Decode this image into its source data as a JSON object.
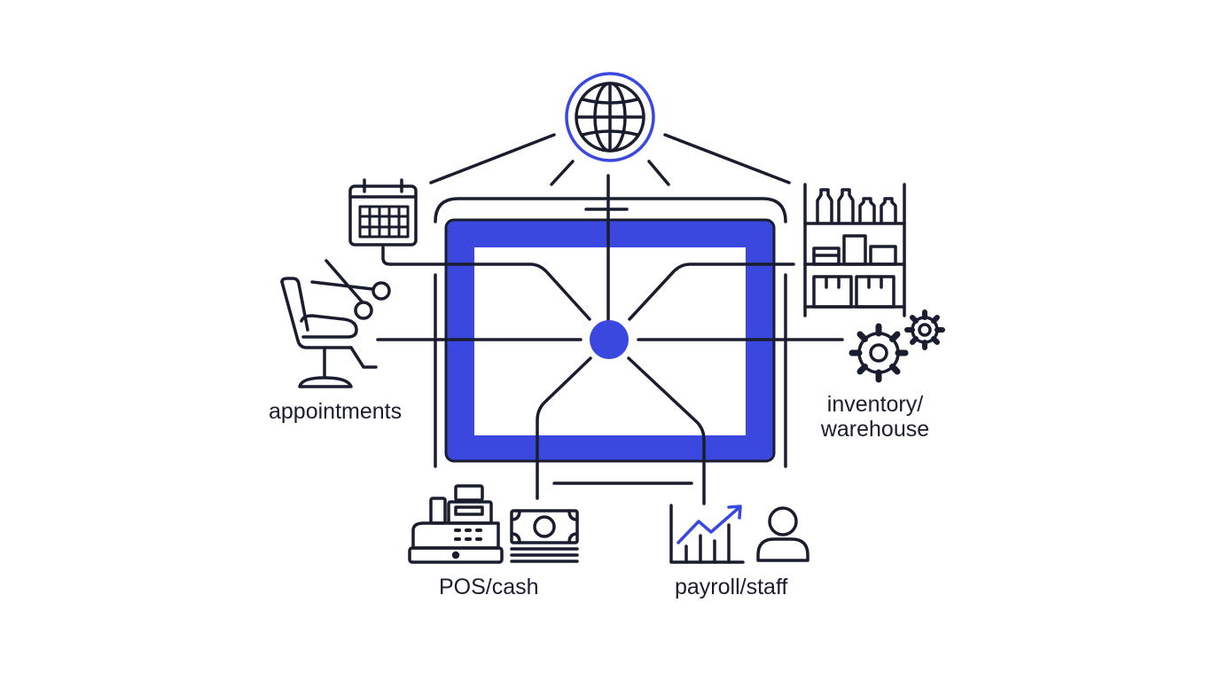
{
  "labels": {
    "appointments": "appointments",
    "inventory_line1": "inventory/",
    "inventory_line2": "warehouse",
    "pos": "POS/cash",
    "payroll": "payroll/staff"
  },
  "colors": {
    "accent": "#3b48e0",
    "ink": "#1a1d2e",
    "background": "#ffffff"
  },
  "icons": {
    "top": "globe-icon",
    "top_left": "calendar-icon",
    "left": "salon-chair-scissors-icon",
    "right_top": "shelves-icon",
    "right": "gears-icon",
    "bottom_left_1": "cash-register-icon",
    "bottom_left_2": "banknote-icon",
    "bottom_right_1": "growth-chart-icon",
    "bottom_right_2": "user-icon",
    "center": "hub-node"
  }
}
